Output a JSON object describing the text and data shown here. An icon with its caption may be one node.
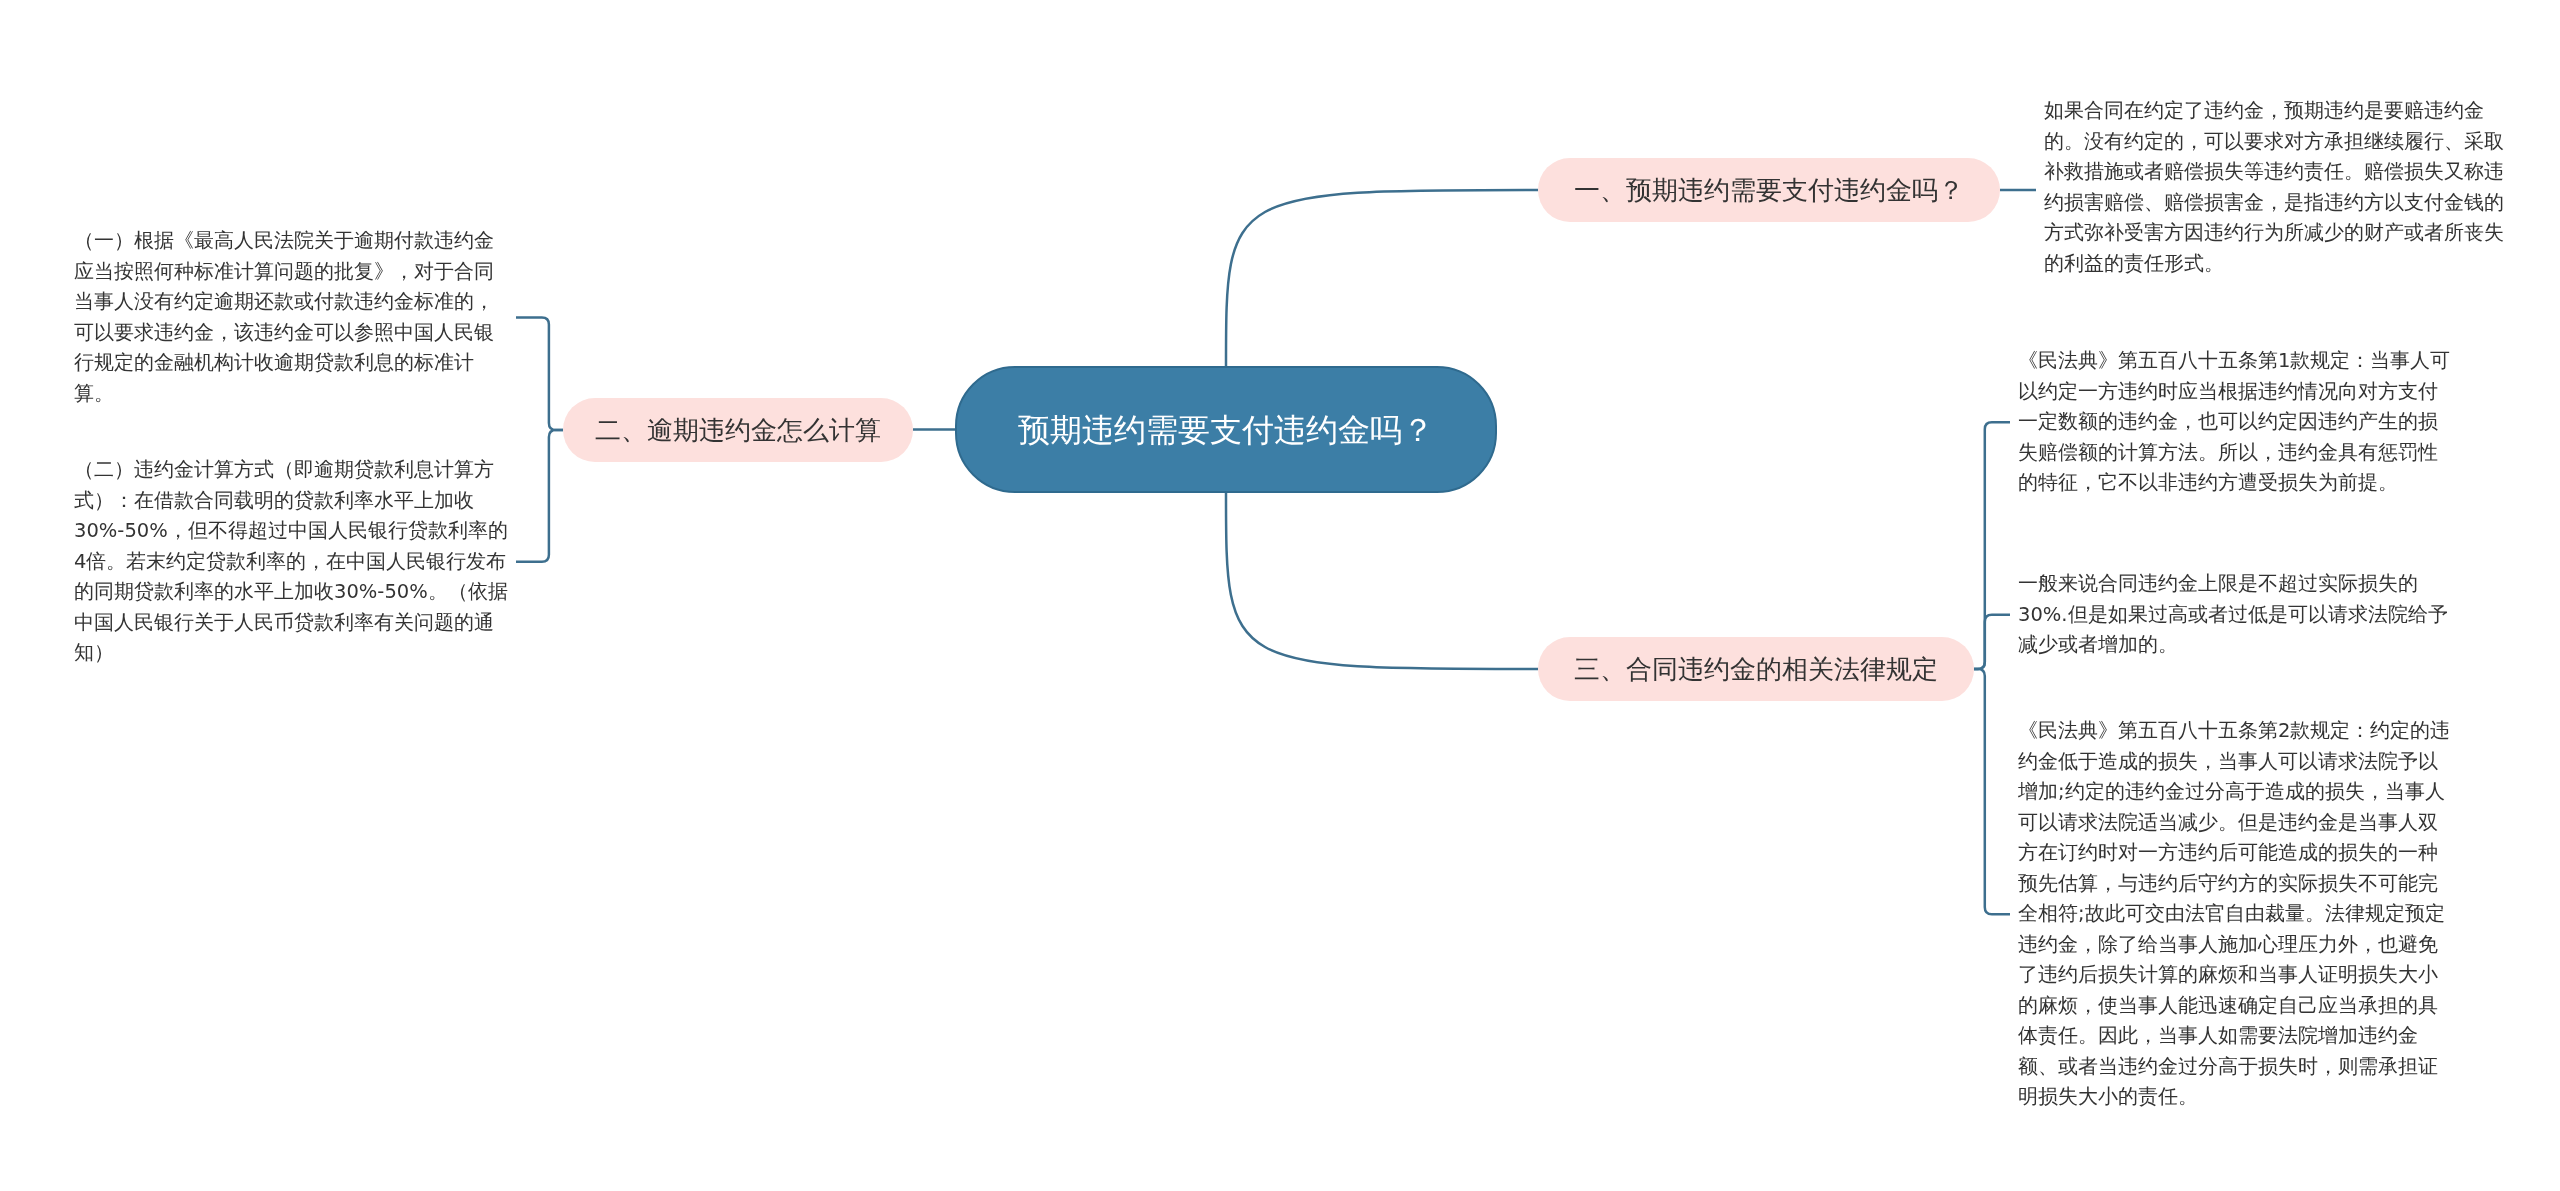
{
  "diagram": {
    "nodes": [
      {
        "text": [
          "预期违约需要支付违约金吗？"
        ]
      },
      {
        "text": [
          "一、预期违约需要支付违约金吗？"
        ]
      },
      {
        "text": [
          "如果合同在约定了违约金，预期违约是要赔违约金的。没有约定的，可以要求对方承担继续履行、采取补救措施或者赔偿损失等违约责任。赔偿损失又称违约损害赔偿、赔偿损害金，是指违约方以支付金钱的方式弥补受害方因违约行为所减少的财产或者所丧失的利益的责任形式。"
        ]
      },
      {
        "text": [
          "二、逾期违约金怎么计算"
        ]
      },
      {
        "text": [
          "（一）根据《最高人民法院关于逾期付款违约金应当按照何种标准计算问题的批复》，对于合同当事人没有约定逾期还款或付款违约金标准的，可以要求违约金，该违约金可以参照中国人民银行规定的金融机构计收逾期贷款利息的标准计算。"
        ]
      },
      {
        "text": [
          "（二）违约金计算方式（即逾期贷款利息计算方式）：在借款合同载明的贷款利率水平上加收30%-50%，但不得超过中国人民银行贷款利率的4倍。若末约定贷款利率的，在中国人民银行发布的同期贷款利率的水平上加收30%-50%。（依据中国人民银行关于人民币贷款利率有关问题的通知）"
        ]
      },
      {
        "text": [
          "三、合同违约金的相关法律规定"
        ]
      },
      {
        "text": [
          "《民法典》第五百八十五条第1款规定：当事人可以约定一方违约时应当根据违约情况向对方支付一定数额的违约金，也可以约定因违约产生的损失赔偿额的计算方法。所以，违约金具有惩罚性的特征，它不以非违约方遭受损失为前提。"
        ]
      },
      {
        "text": [
          "一般来说合同违约金上限是不超过实际损失的30%.但是如果过高或者过低是可以请求法院给予减少或者增加的。"
        ]
      },
      {
        "text": [
          "《民法典》第五百八十五条第2款规定：约定的违约金低于造成的损失，当事人可以请求法院予以增加;约定的违约金过分高于造成的损失，当事人可以请求法院适当减少。但是违约金是当事人双方在订约时对一方违约后可能造成的损失的一种预先估算，与违约后守约方的实际损失不可能完全相符;故此可交由法官自由裁量。法律规定预定违约金，除了给当事人施加心理压力外，也避免了违约后损失计算的麻烦和当事人证明损失大小的麻烦，使当事人能迅速确定自己应当承担的具体责任。因此，当事人如需要法院增加违约金额、或者当违约金过分高于损失时，则需承担证明损失大小的责任。"
        ]
      }
    ],
    "edges": [
      {
        "from": 0,
        "to": 1,
        "arrow": "none"
      },
      {
        "from": 1,
        "to": 2,
        "arrow": "none"
      },
      {
        "from": 0,
        "to": 3,
        "arrow": "none"
      },
      {
        "from": 3,
        "to": 4,
        "arrow": "none"
      },
      {
        "from": 3,
        "to": 5,
        "arrow": "none"
      },
      {
        "from": 0,
        "to": 6,
        "arrow": "none"
      },
      {
        "from": 6,
        "to": 7,
        "arrow": "none"
      },
      {
        "from": 6,
        "to": 8,
        "arrow": "none"
      },
      {
        "from": 6,
        "to": 9,
        "arrow": "none"
      }
    ]
  }
}
